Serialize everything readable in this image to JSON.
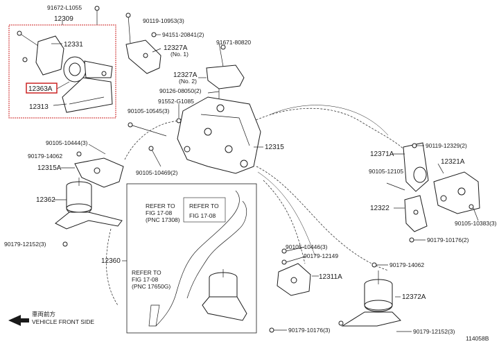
{
  "parts": [
    {
      "id": "p91672",
      "label": "91672-L1055"
    },
    {
      "id": "p12309",
      "label": "12309"
    },
    {
      "id": "p12331",
      "label": "12331"
    },
    {
      "id": "p12363A",
      "label": "12363A",
      "highlight": true
    },
    {
      "id": "p12313",
      "label": "12313"
    },
    {
      "id": "p90119_10953",
      "label": "90119-10953(3)"
    },
    {
      "id": "p94151",
      "label": "94151-20841(2)"
    },
    {
      "id": "p12327A_1",
      "label": "12327A"
    },
    {
      "id": "p12327A_1n",
      "label": "(No. 1)"
    },
    {
      "id": "p91671",
      "label": "91671-80820"
    },
    {
      "id": "p12327A_2",
      "label": "12327A"
    },
    {
      "id": "p12327A_2n",
      "label": "(No. 2)"
    },
    {
      "id": "p90126",
      "label": "90126-08050(2)"
    },
    {
      "id": "p91552",
      "label": "91552-G1085"
    },
    {
      "id": "p90105_10545",
      "label": "90105-10545(3)"
    },
    {
      "id": "p12315",
      "label": "12315"
    },
    {
      "id": "p90105_10444",
      "label": "90105-10444(3)"
    },
    {
      "id": "p90179_14062a",
      "label": "90179-14062"
    },
    {
      "id": "p12315A",
      "label": "12315A"
    },
    {
      "id": "p90105_10469",
      "label": "90105-10469(2)"
    },
    {
      "id": "p12362",
      "label": "12362"
    },
    {
      "id": "p90179_12152a",
      "label": "90179-12152(3)"
    },
    {
      "id": "p12371A",
      "label": "12371A"
    },
    {
      "id": "p90119_12329",
      "label": "90119-12329(2)"
    },
    {
      "id": "p90105_12105",
      "label": "90105-12105"
    },
    {
      "id": "p12321A",
      "label": "12321A"
    },
    {
      "id": "p12322",
      "label": "12322"
    },
    {
      "id": "p90105_10383",
      "label": "90105-10383(3)"
    },
    {
      "id": "p90179_10176a",
      "label": "90179-10176(2)"
    },
    {
      "id": "p12360",
      "label": "12360"
    },
    {
      "id": "p90105_10446",
      "label": "90105-10446(3)"
    },
    {
      "id": "p90179_12149",
      "label": "90179-12149"
    },
    {
      "id": "p12311A",
      "label": "12311A"
    },
    {
      "id": "p90179_14062b",
      "label": "90179-14062"
    },
    {
      "id": "p12372A",
      "label": "12372A"
    },
    {
      "id": "p90179_10176b",
      "label": "90179-10176(3)"
    },
    {
      "id": "p90179_12152b",
      "label": "90179-12152(3)"
    }
  ],
  "refs": [
    {
      "line1": "REFER TO",
      "line2": "FIG 17-08",
      "line3": "(PNC 17308)"
    },
    {
      "line1": "REFER TO",
      "line2": "FIG 17-08",
      "line3": ""
    },
    {
      "line1": "REFER TO",
      "line2": "FIG 17-08",
      "line3": "(PNC 17650G)"
    }
  ],
  "direction": {
    "jp": "車両前方",
    "en": "VEHICLE FRONT SIDE"
  },
  "figure_code": "114058B"
}
